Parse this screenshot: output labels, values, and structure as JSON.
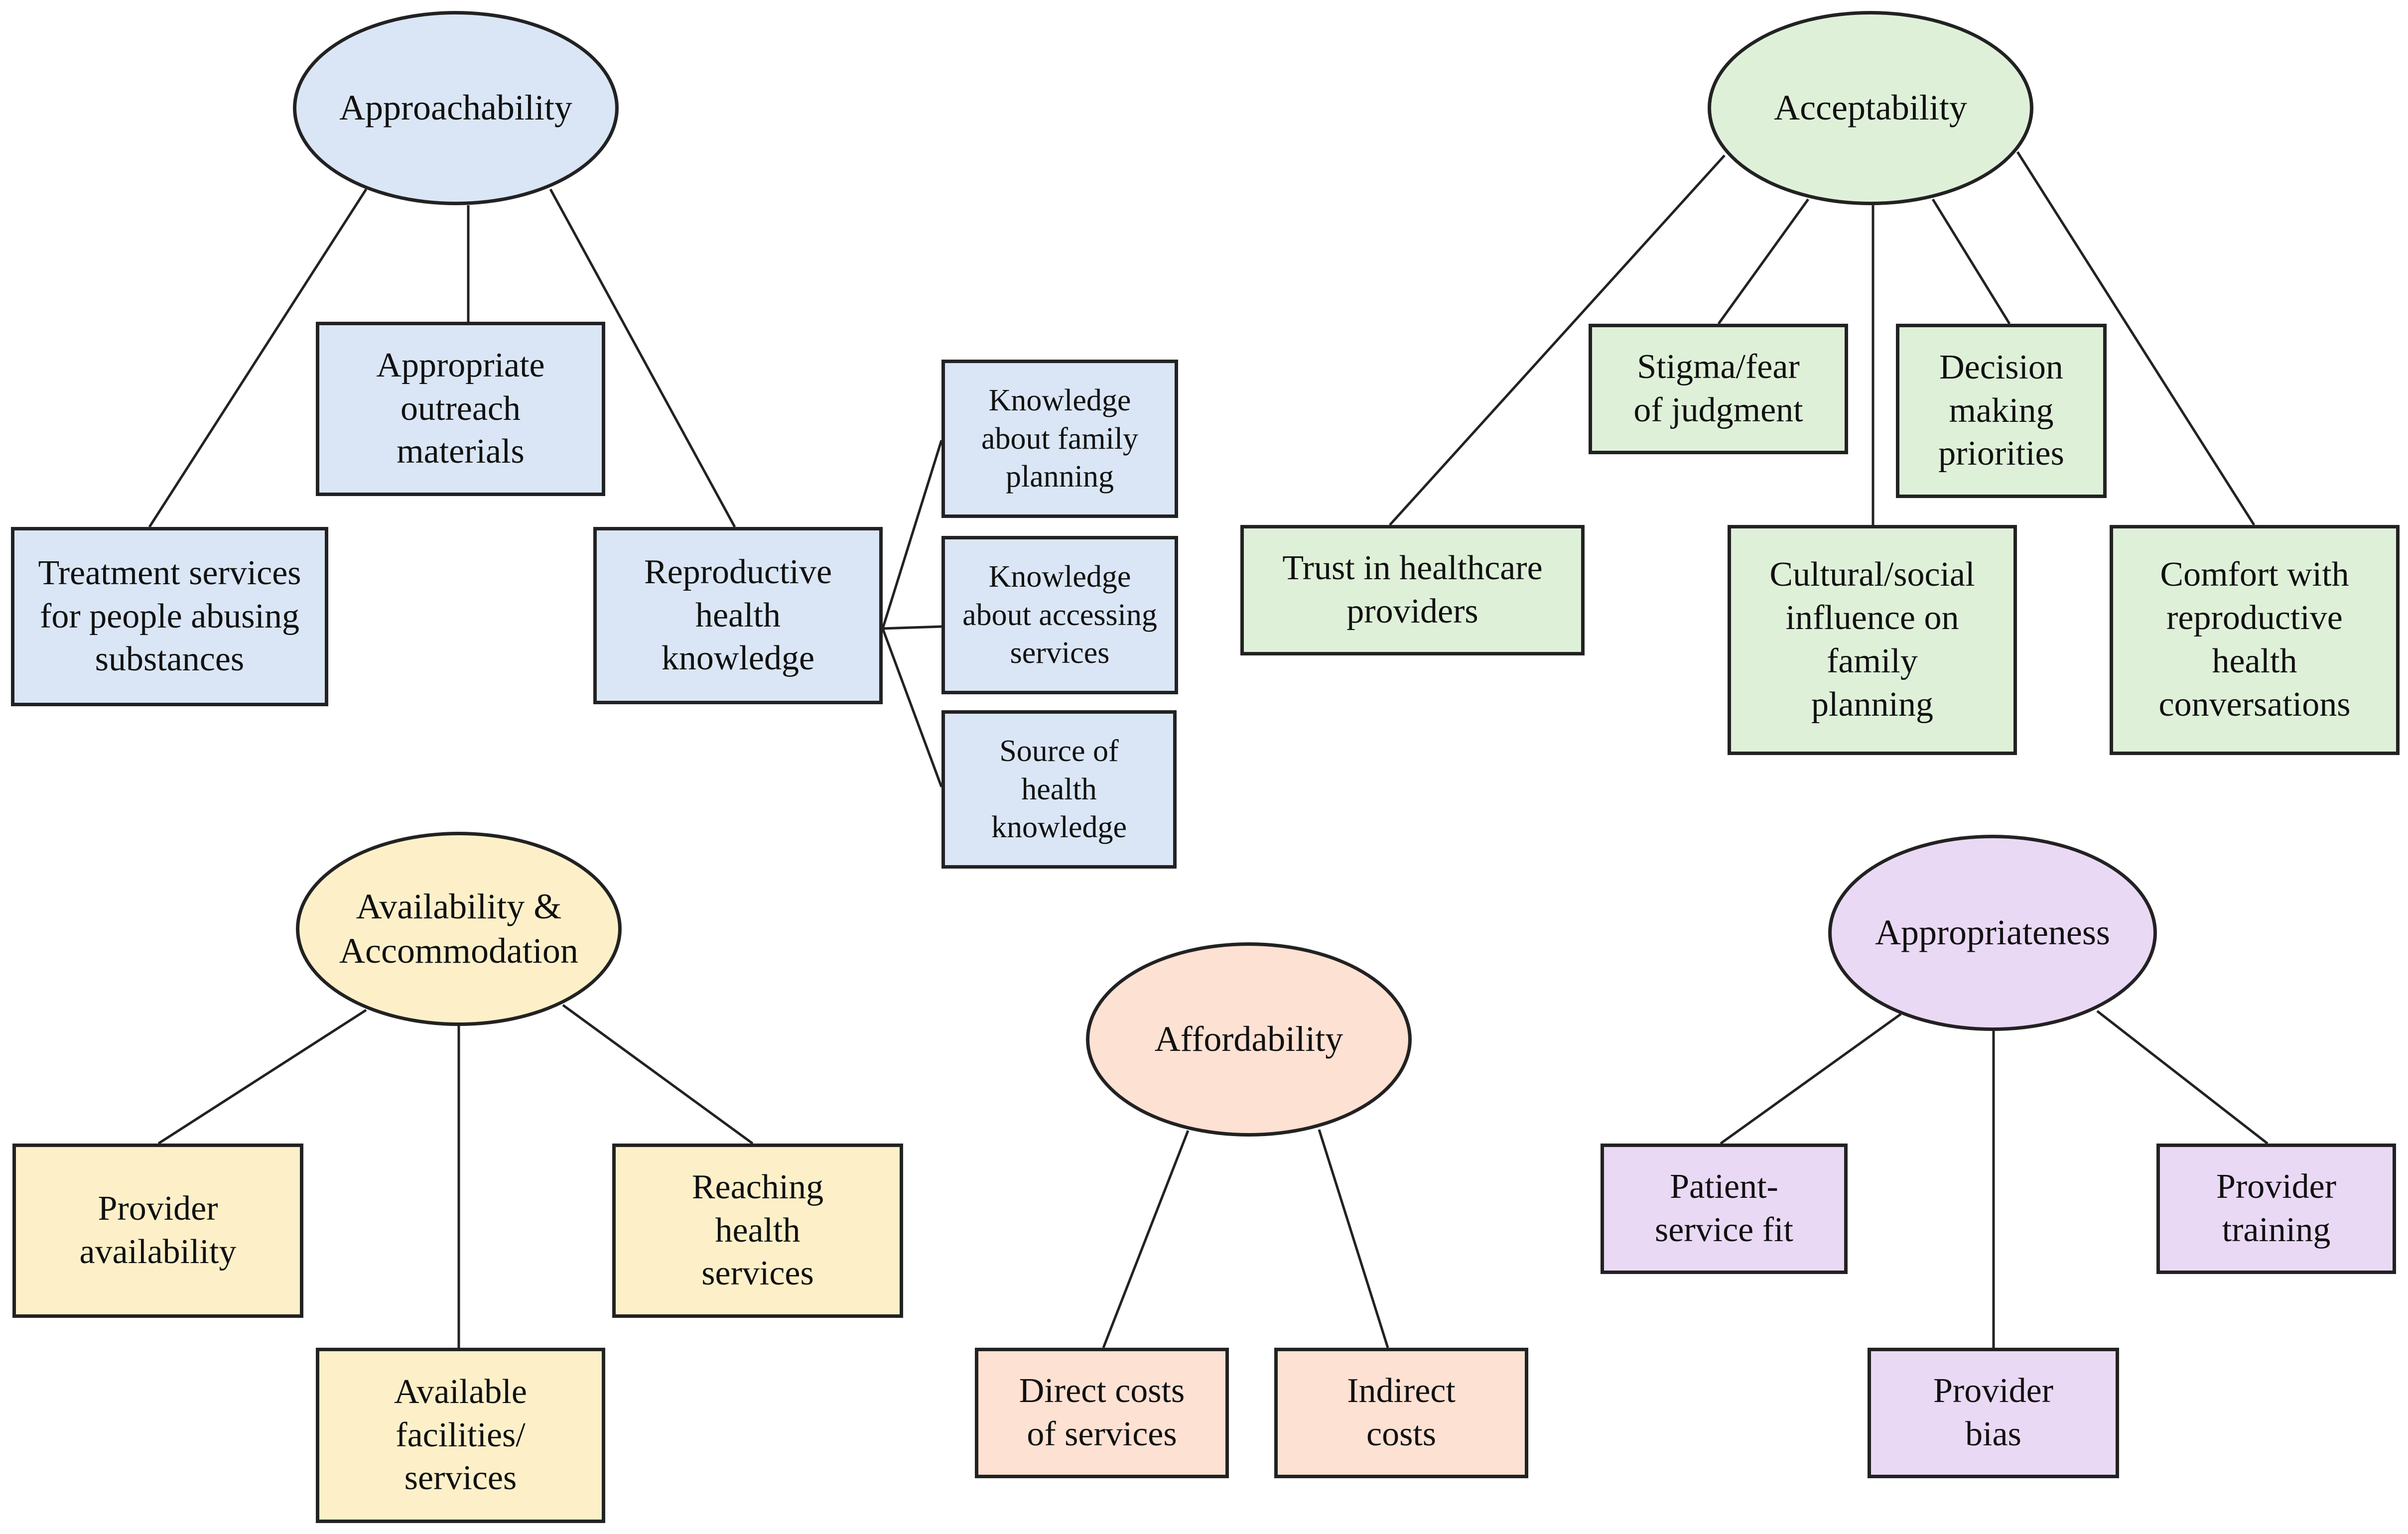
{
  "colors": {
    "blue": "#dae6f5",
    "green": "#dff0d9",
    "yellow": "#fdf0c9",
    "orange": "#fde1d3",
    "purple": "#ead9f4",
    "line": "#222222"
  },
  "groups": {
    "approachability": {
      "label": "Approachability",
      "children": {
        "treatment_services": "Treatment services\nfor people abusing\nsubstances",
        "outreach_materials": "Appropriate\noutreach\nmaterials",
        "reproductive_knowledge": "Reproductive\nhealth\nknowledge"
      },
      "sub_children": {
        "knowledge_family_planning": "Knowledge\nabout family\nplanning",
        "knowledge_accessing_services": "Knowledge\nabout accessing\nservices",
        "source_health_knowledge": "Source of\nhealth\nknowledge"
      }
    },
    "acceptability": {
      "label": "Acceptability",
      "children": {
        "trust": "Trust in healthcare\nproviders",
        "stigma": "Stigma/fear\nof judgment",
        "cultural": "Cultural/social\ninfluence on\nfamily\nplanning",
        "decision": "Decision\nmaking\npriorities",
        "comfort": "Comfort with\nreproductive\nhealth\nconversations"
      }
    },
    "availability": {
      "label": "Availability &\nAccommodation",
      "children": {
        "provider_availability": "Provider\navailability",
        "available_facilities": "Available\nfacilities/\nservices",
        "reaching_services": "Reaching\nhealth\nservices"
      }
    },
    "affordability": {
      "label": "Affordability",
      "children": {
        "direct_costs": "Direct costs\nof services",
        "indirect_costs": "Indirect\ncosts"
      }
    },
    "appropriateness": {
      "label": "Appropriateness",
      "children": {
        "patient_fit": "Patient-\nservice fit",
        "provider_bias": "Provider\nbias",
        "provider_training": "Provider\ntraining"
      }
    }
  }
}
